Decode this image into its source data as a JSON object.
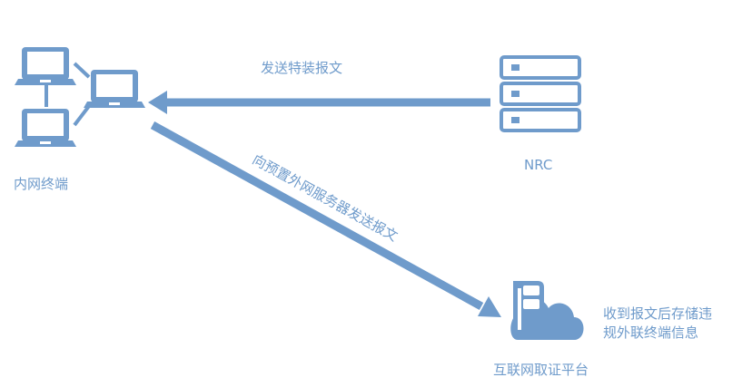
{
  "colors": {
    "primary": "#6f9bcb",
    "text": "#6f9bcb",
    "background": "#ffffff"
  },
  "nodes": {
    "intranet": {
      "label": "内网终端",
      "icon": "laptop-cluster-icon"
    },
    "nrc": {
      "label": "NRC",
      "icon": "server-rack-icon"
    },
    "platform": {
      "label": "互联网取证平台",
      "icon": "server-cloud-icon"
    }
  },
  "edges": {
    "nrc_to_intranet": {
      "label": "发送特装报文"
    },
    "intranet_to_platform": {
      "label": "向预置外网服务器发送报文"
    }
  },
  "annotation": {
    "line1": "收到报文后存储违",
    "line2": "规外联终端信息"
  }
}
